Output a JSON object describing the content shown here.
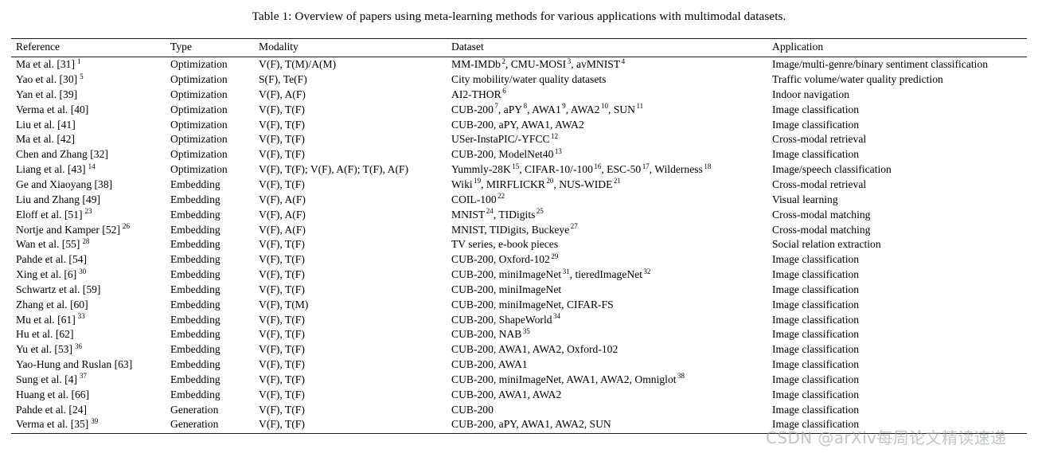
{
  "caption": "Table 1: Overview of papers using meta-learning methods for various applications with multimodal datasets.",
  "watermark": "CSDN @arXiv每周论文精读速递",
  "table": {
    "columns": [
      "Reference",
      "Type",
      "Modality",
      "Dataset",
      "Application"
    ],
    "rows": [
      {
        "reference": "Ma et al. [31]",
        "reference_sup": "1",
        "type": "Optimization",
        "modality": "V(F), T(M)/A(M)",
        "dataset_parts": [
          {
            "t": "MM-IMDb",
            "s": "2"
          },
          {
            "t": ", CMU-MOSI",
            "s": "3"
          },
          {
            "t": ", avMNIST",
            "s": "4"
          }
        ],
        "dataset": "MM-IMDb2, CMU-MOSI3, avMNIST4",
        "application": "Image/multi-genre/binary sentiment classification"
      },
      {
        "reference": "Yao et al. [30]",
        "reference_sup": "5",
        "type": "Optimization",
        "modality": "S(F), Te(F)",
        "dataset_parts": [
          {
            "t": "City mobility/water quality datasets",
            "s": ""
          }
        ],
        "dataset": "City mobility/water quality datasets",
        "application": "Traffic volume/water quality prediction"
      },
      {
        "reference": "Yan et al. [39]",
        "reference_sup": "",
        "type": "Optimization",
        "modality": "V(F), A(F)",
        "dataset_parts": [
          {
            "t": "AI2-THOR",
            "s": "6"
          }
        ],
        "dataset": "AI2-THOR6",
        "application": "Indoor navigation"
      },
      {
        "reference": "Verma et al. [40]",
        "reference_sup": "",
        "type": "Optimization",
        "modality": "V(F), T(F)",
        "dataset_parts": [
          {
            "t": "CUB-200",
            "s": "7"
          },
          {
            "t": ", aPY",
            "s": "8"
          },
          {
            "t": ", AWA1",
            "s": "9"
          },
          {
            "t": ", AWA2",
            "s": "10"
          },
          {
            "t": ", SUN",
            "s": "11"
          }
        ],
        "dataset": "CUB-2007, aPY8, AWA19, AWA210, SUN11",
        "application": "Image classification"
      },
      {
        "reference": "Liu et al. [41]",
        "reference_sup": "",
        "type": "Optimization",
        "modality": "V(F), T(F)",
        "dataset_parts": [
          {
            "t": "CUB-200, aPY, AWA1, AWA2",
            "s": ""
          }
        ],
        "dataset": "CUB-200, aPY, AWA1, AWA2",
        "application": "Image classification"
      },
      {
        "reference": "Ma et al. [42]",
        "reference_sup": "",
        "type": "Optimization",
        "modality": "V(F), T(F)",
        "dataset_parts": [
          {
            "t": "USer-InstaPIC/-YFCC",
            "s": "12"
          }
        ],
        "dataset": "USer-InstaPIC/-YFCC12",
        "application": "Cross-modal retrieval"
      },
      {
        "reference": "Chen and Zhang [32]",
        "reference_sup": "",
        "type": "Optimization",
        "modality": "V(F), T(F)",
        "dataset_parts": [
          {
            "t": "CUB-200, ModelNet40",
            "s": "13"
          }
        ],
        "dataset": "CUB-200, ModelNet4013",
        "application": "Image classification"
      },
      {
        "reference": "Liang et al. [43]",
        "reference_sup": "14",
        "type": "Optimization",
        "modality": "V(F), T(F); V(F), A(F); T(F), A(F)",
        "dataset_parts": [
          {
            "t": "Yummly-28K",
            "s": "15"
          },
          {
            "t": ", CIFAR-10/-100",
            "s": "16"
          },
          {
            "t": ", ESC-50",
            "s": "17"
          },
          {
            "t": ", Wilderness",
            "s": "18"
          }
        ],
        "dataset": "Yummly-28K15, CIFAR-10/-10016, ESC-5017, Wilderness18",
        "application": "Image/speech classification"
      },
      {
        "reference": "Ge and Xiaoyang [38]",
        "reference_sup": "",
        "type": "Embedding",
        "modality": "V(F), T(F)",
        "dataset_parts": [
          {
            "t": "Wiki",
            "s": "19"
          },
          {
            "t": ", MIRFLICKR",
            "s": "20"
          },
          {
            "t": ", NUS-WIDE",
            "s": "21"
          }
        ],
        "dataset": "Wiki19, MIRFLICKR20, NUS-WIDE21",
        "application": "Cross-modal retrieval"
      },
      {
        "reference": "Liu and Zhang [49]",
        "reference_sup": "",
        "type": "Embedding",
        "modality": "V(F), A(F)",
        "dataset_parts": [
          {
            "t": "COIL-100",
            "s": "22"
          }
        ],
        "dataset": "COIL-10022",
        "application": "Visual learning"
      },
      {
        "reference": "Eloff et al. [51]",
        "reference_sup": "23",
        "type": "Embedding",
        "modality": "V(F), A(F)",
        "dataset_parts": [
          {
            "t": "MNIST",
            "s": "24"
          },
          {
            "t": ", TIDigits",
            "s": "25"
          }
        ],
        "dataset": "MNIST24, TIDigits25",
        "application": "Cross-modal matching"
      },
      {
        "reference": "Nortje and Kamper [52]",
        "reference_sup": "26",
        "type": "Embedding",
        "modality": "V(F), A(F)",
        "dataset_parts": [
          {
            "t": "MNIST, TIDigits, Buckeye",
            "s": "27"
          }
        ],
        "dataset": "MNIST, TIDigits, Buckeye27",
        "application": "Cross-modal matching"
      },
      {
        "reference": "Wan et al. [55]",
        "reference_sup": "28",
        "type": "Embedding",
        "modality": "V(F), T(F)",
        "dataset_parts": [
          {
            "t": "TV series, e-book pieces",
            "s": ""
          }
        ],
        "dataset": "TV series, e-book pieces",
        "application": "Social relation extraction"
      },
      {
        "reference": "Pahde et al. [54]",
        "reference_sup": "",
        "type": "Embedding",
        "modality": "V(F), T(F)",
        "dataset_parts": [
          {
            "t": "CUB-200, Oxford-102",
            "s": "29"
          }
        ],
        "dataset": "CUB-200, Oxford-10229",
        "application": "Image classification"
      },
      {
        "reference": "Xing et al. [6]",
        "reference_sup": "30",
        "type": "Embedding",
        "modality": "V(F), T(F)",
        "dataset_parts": [
          {
            "t": "CUB-200, miniImageNet",
            "s": "31"
          },
          {
            "t": ", tieredImageNet",
            "s": "32"
          }
        ],
        "dataset": "CUB-200, miniImageNet31, tieredImageNet32",
        "application": "Image classification"
      },
      {
        "reference": "Schwartz et al. [59]",
        "reference_sup": "",
        "type": "Embedding",
        "modality": "V(F), T(F)",
        "dataset_parts": [
          {
            "t": "CUB-200, miniImageNet",
            "s": ""
          }
        ],
        "dataset": "CUB-200, miniImageNet",
        "application": "Image classification"
      },
      {
        "reference": "Zhang et al. [60]",
        "reference_sup": "",
        "type": "Embedding",
        "modality": "V(F), T(M)",
        "dataset_parts": [
          {
            "t": "CUB-200, miniImageNet, CIFAR-FS",
            "s": ""
          }
        ],
        "dataset": "CUB-200, miniImageNet, CIFAR-FS",
        "application": "Image classification"
      },
      {
        "reference": "Mu et al. [61]",
        "reference_sup": "33",
        "type": "Embedding",
        "modality": "V(F), T(F)",
        "dataset_parts": [
          {
            "t": "CUB-200, ShapeWorld",
            "s": "34"
          }
        ],
        "dataset": "CUB-200, ShapeWorld34",
        "application": "Image classification"
      },
      {
        "reference": "Hu et al. [62]",
        "reference_sup": "",
        "type": "Embedding",
        "modality": "V(F), T(F)",
        "dataset_parts": [
          {
            "t": "CUB-200, NAB",
            "s": "35"
          }
        ],
        "dataset": "CUB-200, NAB35",
        "application": "Image classification"
      },
      {
        "reference": "Yu et al. [53]",
        "reference_sup": "36",
        "type": "Embedding",
        "modality": "V(F), T(F)",
        "dataset_parts": [
          {
            "t": "CUB-200, AWA1, AWA2, Oxford-102",
            "s": ""
          }
        ],
        "dataset": "CUB-200, AWA1, AWA2, Oxford-102",
        "application": "Image classification"
      },
      {
        "reference": "Yao-Hung and Ruslan [63]",
        "reference_sup": "",
        "type": "Embedding",
        "modality": "V(F), T(F)",
        "dataset_parts": [
          {
            "t": "CUB-200, AWA1",
            "s": ""
          }
        ],
        "dataset": "CUB-200, AWA1",
        "application": "Image classification"
      },
      {
        "reference": "Sung et al. [4]",
        "reference_sup": "37",
        "type": "Embedding",
        "modality": "V(F), T(F)",
        "dataset_parts": [
          {
            "t": "CUB-200, miniImageNet, AWA1, AWA2, Omniglot",
            "s": "38"
          }
        ],
        "dataset": "CUB-200, miniImageNet, AWA1, AWA2, Omniglot38",
        "application": "Image classification"
      },
      {
        "reference": "Huang et al. [66]",
        "reference_sup": "",
        "type": "Embedding",
        "modality": "V(F), T(F)",
        "dataset_parts": [
          {
            "t": "CUB-200, AWA1, AWA2",
            "s": ""
          }
        ],
        "dataset": "CUB-200, AWA1, AWA2",
        "application": "Image classification"
      },
      {
        "reference": "Pahde et al. [24]",
        "reference_sup": "",
        "type": "Generation",
        "modality": "V(F), T(F)",
        "dataset_parts": [
          {
            "t": "CUB-200",
            "s": ""
          }
        ],
        "dataset": "CUB-200",
        "application": "Image classification"
      },
      {
        "reference": "Verma et al. [35]",
        "reference_sup": "39",
        "type": "Generation",
        "modality": "V(F), T(F)",
        "dataset_parts": [
          {
            "t": "CUB-200, aPY, AWA1, AWA2, SUN",
            "s": ""
          }
        ],
        "dataset": "CUB-200, aPY, AWA1, AWA2, SUN",
        "application": "Image classification"
      }
    ]
  }
}
